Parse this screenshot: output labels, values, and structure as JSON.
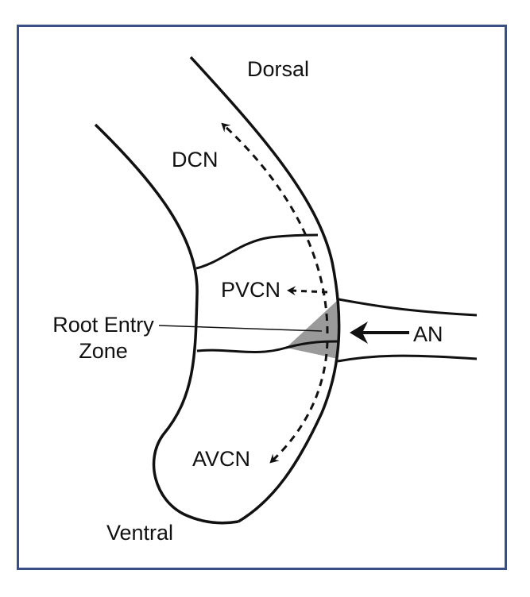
{
  "labels": {
    "dorsal": "Dorsal",
    "ventral": "Ventral",
    "dcn": "DCN",
    "pvcn": "PVCN",
    "avcn": "AVCN",
    "an": "AN",
    "root_entry_zone_line1": "Root Entry",
    "root_entry_zone_line2": "Zone"
  },
  "colors": {
    "frame_border": "#3a4f86",
    "stroke": "#111111",
    "root_entry_fill": "#9a9a9a"
  }
}
